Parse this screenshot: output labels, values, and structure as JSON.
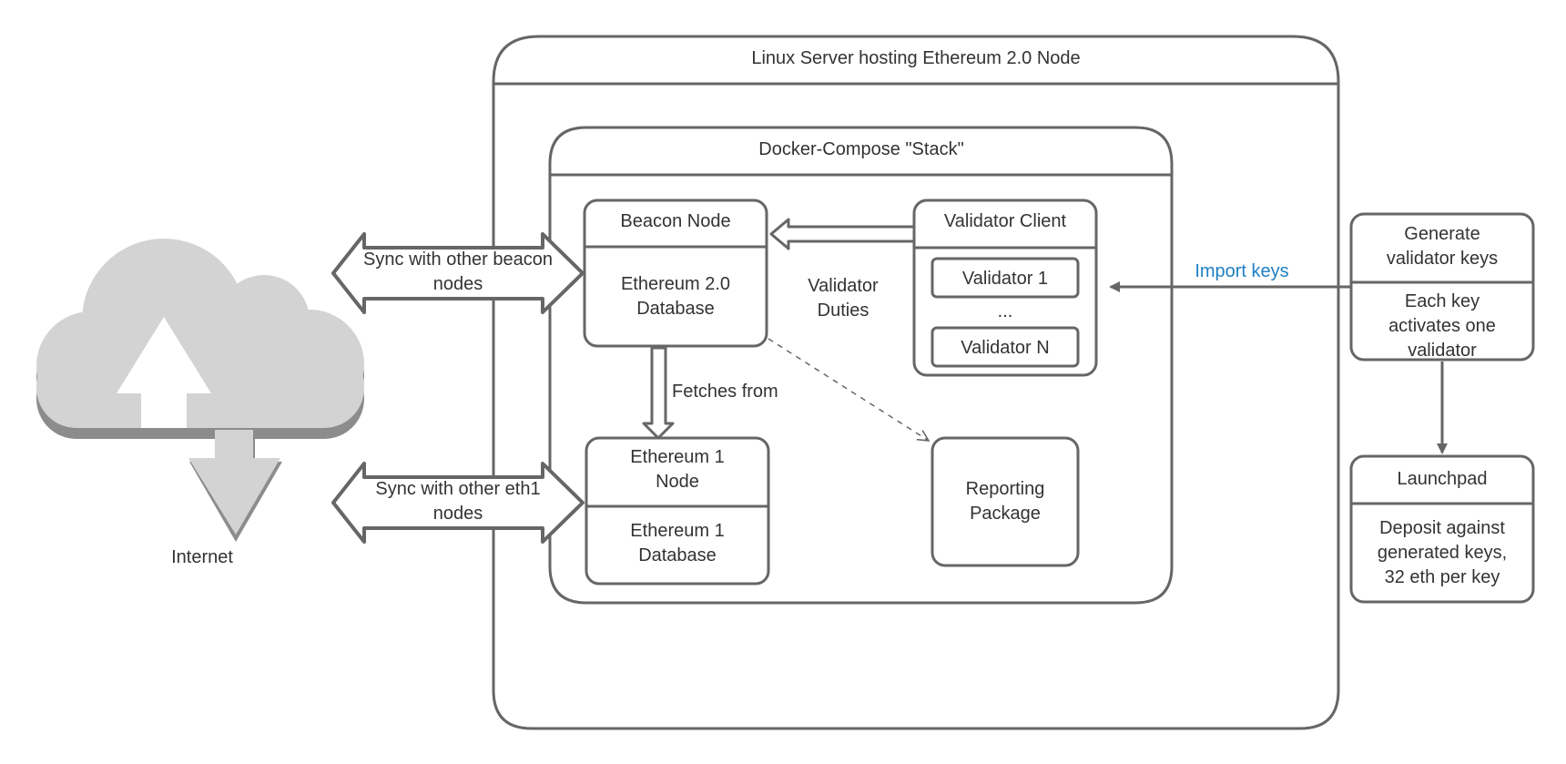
{
  "colors": {
    "stroke": "#666666",
    "text": "#333333",
    "import_arrow_label": "#1f7fc4",
    "cloud_fill": "#d3d3d3",
    "cloud_shadow": "#8c8c8c"
  },
  "internet": {
    "icon": "cloud-upload-download-icon",
    "label": "Internet"
  },
  "server": {
    "title": "Linux Server hosting Ethereum 2.0 Node"
  },
  "stack": {
    "title": "Docker-Compose \"Stack\""
  },
  "beacon_node": {
    "title": "Beacon Node",
    "body_line1": "Ethereum 2.0",
    "body_line2": "Database"
  },
  "eth1_node": {
    "title_line1": "Ethereum 1",
    "title_line2": "Node",
    "body_line1": "Ethereum 1",
    "body_line2": "Database"
  },
  "validator_client": {
    "title": "Validator Client",
    "validators": [
      "Validator 1",
      "...",
      "Validator N"
    ]
  },
  "reporting": {
    "line1": "Reporting",
    "line2": "Package"
  },
  "generate_keys": {
    "title_line1": "Generate",
    "title_line2": "validator keys",
    "body_line1": "Each key",
    "body_line2": "activates one",
    "body_line3": "validator"
  },
  "launchpad": {
    "title": "Launchpad",
    "body_line1": "Deposit against",
    "body_line2": "generated keys,",
    "body_line3": "32 eth per key"
  },
  "edges": {
    "sync_beacon_line1": "Sync with other beacon",
    "sync_beacon_line2": "nodes",
    "sync_eth1_line1": "Sync with other eth1",
    "sync_eth1_line2": "nodes",
    "validator_duties_line1": "Validator",
    "validator_duties_line2": "Duties",
    "fetches_from": "Fetches from",
    "import_keys": "Import keys"
  }
}
